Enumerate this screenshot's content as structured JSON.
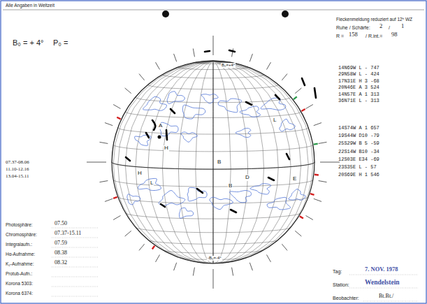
{
  "diagram": {
    "labels": [
      "Alle Angaben in Weltzeit",
      "B₀ = + 4°",
      "P₀ =",
      "Fleckenmeldung reduziert auf 12ʰ WZ",
      "Ruhe / Schärfe:",
      "2",
      "/",
      "1",
      "R =",
      "158",
      "/ R.int.=",
      "98",
      "14N69W L - 747",
      "29N58W L - 424",
      "17N31E H 3 -68",
      "20N46E A 3 524",
      "14N57E A 1 313",
      "36N71E L - 313",
      "14S74W A 1 657",
      "19S44W D10 -79",
      "25S29W B 5 -59",
      "22S14W B10 -34",
      "12S03E E34 -69",
      "23S35E L - 57",
      "20S69E H 1 546",
      "07.37-08.06",
      "11.10-12.16",
      "13.04-15.11",
      "Photosphäre:",
      "07.50",
      "Chromosphäre:",
      "07.37-15.11",
      "Integralaufn.:",
      "07.59",
      "Hα-Aufnahme:",
      "08.38",
      "K₂-Aufnahme:",
      "08.32",
      "Protub-Aufn.:",
      "Korona 5303:",
      "Korona 6374:",
      "Tag:",
      "7. NOV. 1978",
      "Station:",
      "Wendelstein",
      "Beobachter:",
      "Bt.Bt./",
      "B₀=+4°",
      "-B₀=-4°",
      "A",
      "H",
      "L",
      "B",
      "D",
      "B",
      "E",
      "L",
      "H"
    ]
  }
}
